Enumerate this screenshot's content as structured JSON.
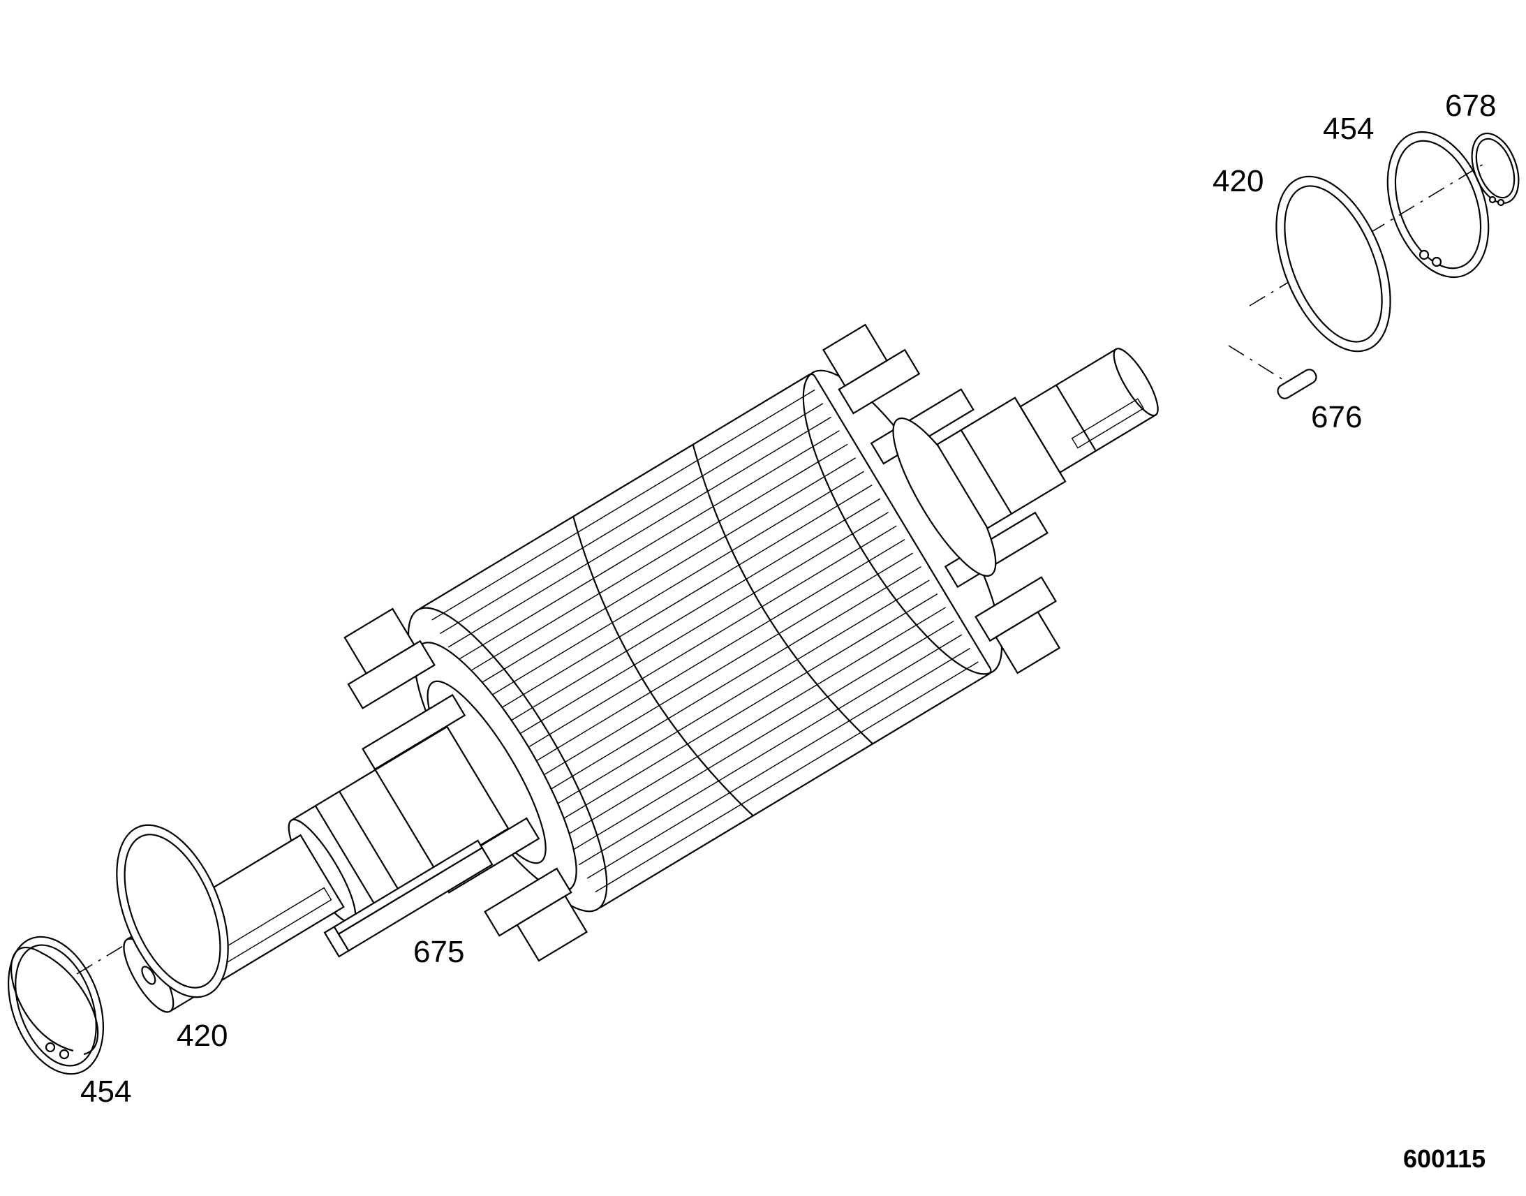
{
  "diagram": {
    "callouts": [
      {
        "id": "c-678",
        "label": "678"
      },
      {
        "id": "c-454-right",
        "label": "454"
      },
      {
        "id": "c-420-right",
        "label": "420"
      },
      {
        "id": "c-676",
        "label": "676"
      },
      {
        "id": "c-675",
        "label": "675"
      },
      {
        "id": "c-420-left",
        "label": "420"
      },
      {
        "id": "c-454-left",
        "label": "454"
      }
    ],
    "drawing_number": "600115"
  },
  "colors": {
    "line": "#000000",
    "background": "#ffffff"
  }
}
